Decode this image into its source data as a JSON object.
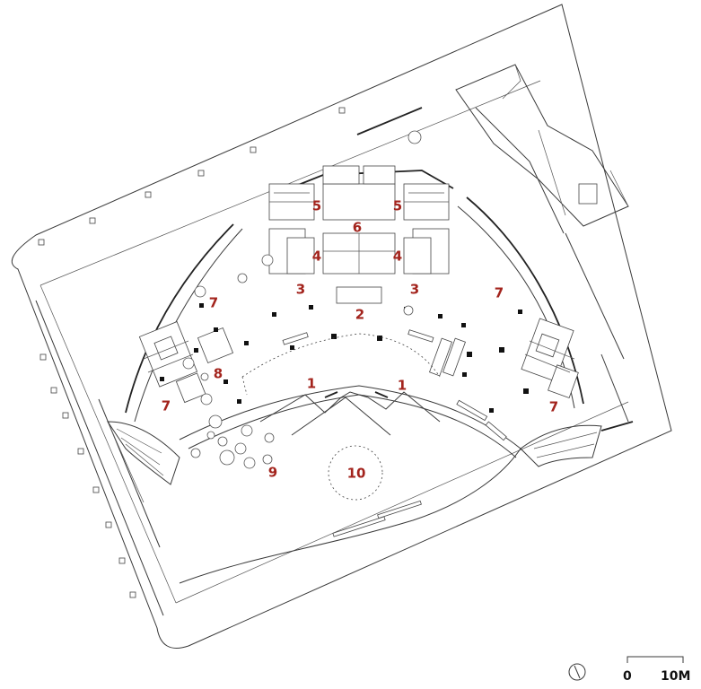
{
  "labels": [
    "1",
    "1",
    "2",
    "3",
    "3",
    "4",
    "4",
    "5",
    "5",
    "6",
    "7",
    "7",
    "7",
    "7",
    "8",
    "9",
    "10"
  ],
  "scale": {
    "start": "0",
    "end": "10M"
  },
  "colors": {
    "label": "#a3241d",
    "line": "#3a3a3a"
  },
  "icons": {
    "north": "north-arrow-icon"
  }
}
